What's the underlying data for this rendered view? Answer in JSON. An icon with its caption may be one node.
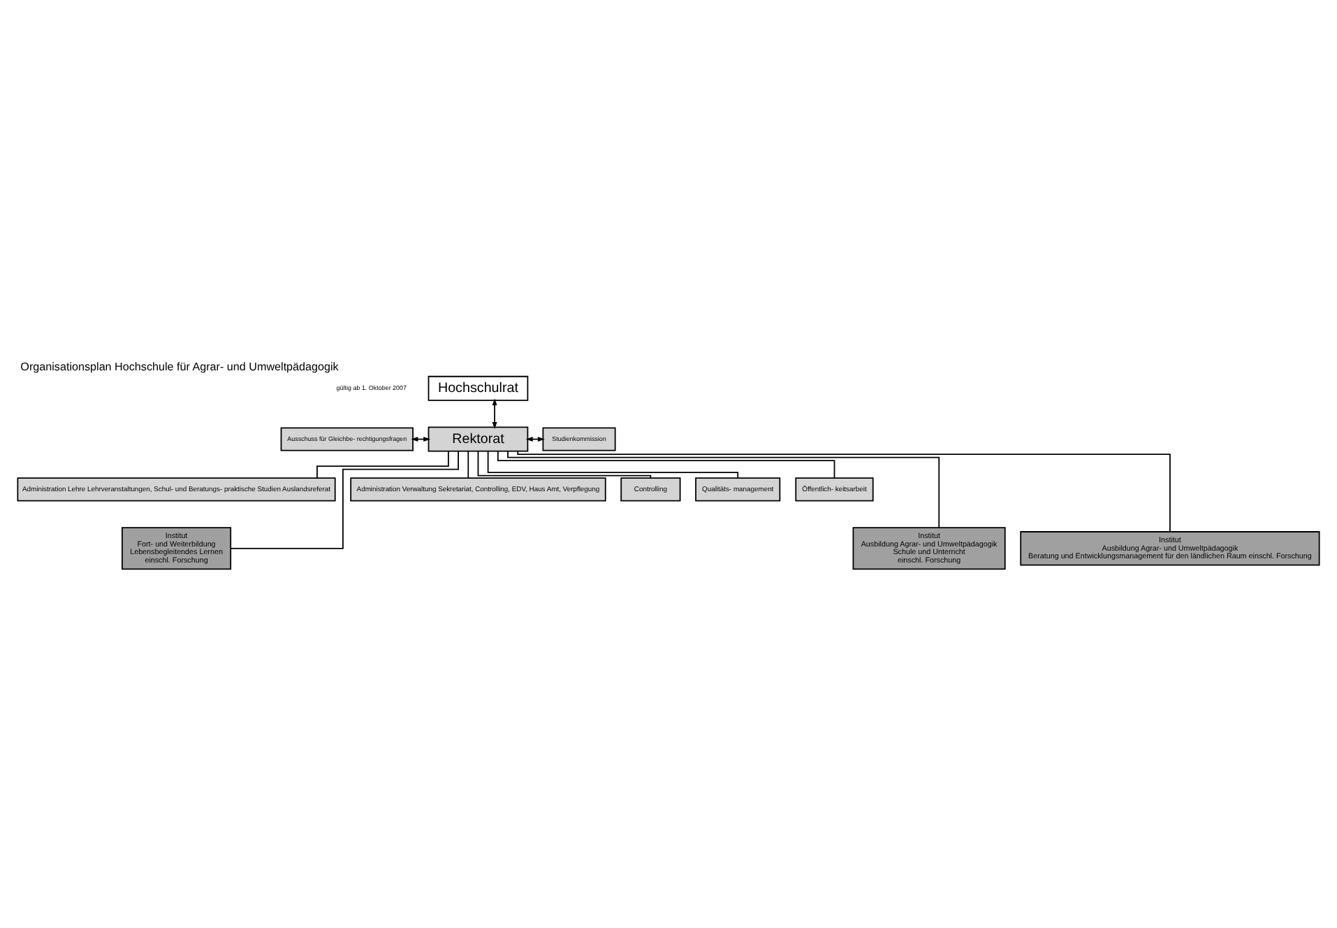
{
  "diagram": {
    "title": "Organisationsplan Hochschule für Agrar- und Umweltpädagogik",
    "nodes": [
      {
        "text": [
          "Hochschulrat"
        ]
      },
      {
        "text": [
          "Rektorat"
        ]
      },
      {
        "text": [
          "Ausschuss für Gleichbe- rechtigungsfragen"
        ]
      },
      {
        "text": [
          "Studienkommission"
        ]
      },
      {
        "text": [
          "Administration Lehre Lehrveranstaltungen, Schul- und Beratungs- praktische Studien Auslandsreferat"
        ]
      },
      {
        "text": [
          "Administration Verwaltung Sekretariat, Controlling, EDV, Haus Amt, Verpflegung"
        ]
      },
      {
        "text": [
          "Controlling"
        ]
      },
      {
        "text": [
          "Qualitäts- management"
        ]
      },
      {
        "text": [
          "Öffentlich- keitsarbeit"
        ]
      },
      {
        "text": [
          "Institut",
          "Fort- und Weiterbildung",
          "Lebensbegleitendes Lernen",
          "einschl. Forschung"
        ]
      },
      {
        "text": [
          "Institut",
          "Ausbildung Agrar- und Umweltpädagogik",
          "Schule und Unterricht",
          "einschl. Forschung"
        ]
      },
      {
        "text": [
          "Institut",
          "Ausbildung Agrar- und Umweltpädagogik",
          "Beratung und Entwicklungsmanagement für den ländlichen Raum einschl. Forschung"
        ]
      }
    ],
    "edges": [
      {
        "from": 1,
        "to": 0,
        "arrow": "both"
      },
      {
        "from": 2,
        "to": 1,
        "arrow": "both"
      },
      {
        "from": 1,
        "to": 3,
        "arrow": "both"
      },
      {
        "from": 1,
        "to": 4,
        "arrow": "none"
      },
      {
        "from": 1,
        "to": 5,
        "arrow": "none"
      },
      {
        "from": 1,
        "to": 6,
        "arrow": "none"
      },
      {
        "from": 1,
        "to": 7,
        "arrow": "none"
      },
      {
        "from": 1,
        "to": 8,
        "arrow": "none"
      },
      {
        "from": 1,
        "to": 9,
        "arrow": "none"
      },
      {
        "from": 1,
        "to": 10,
        "arrow": "none"
      },
      {
        "from": 1,
        "to": 11,
        "arrow": "none"
      }
    ],
    "labels": [
      "gültig ab 1. Oktober 2007"
    ]
  }
}
